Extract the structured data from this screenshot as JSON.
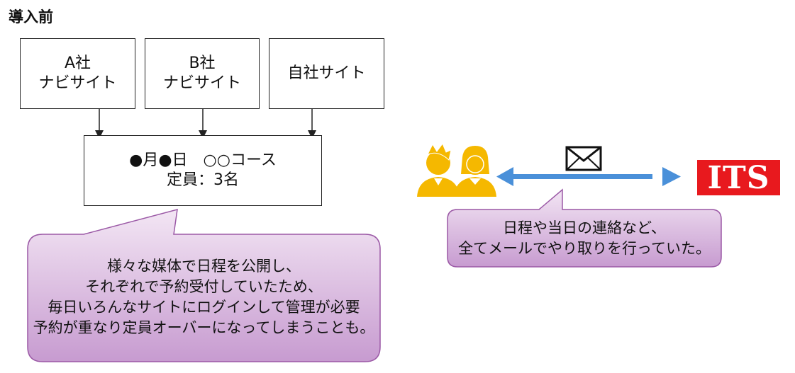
{
  "title": "導入前",
  "sources": [
    {
      "line1": "A社",
      "line2": "ナビサイト"
    },
    {
      "line1": "B社",
      "line2": "ナビサイト"
    },
    {
      "line1": "自社サイト"
    }
  ],
  "schedule_box": {
    "line1": "●月●日　○○コース",
    "line2": "定員：3名"
  },
  "left_callout": {
    "lines": [
      "様々な媒体で日程を公開し、",
      "それぞれで予約受付していたため、",
      "毎日いろんなサイトにログインして管理が必要",
      "予約が重なり定員オーバーになってしまうことも。"
    ]
  },
  "right_callout": {
    "lines": [
      "日程や当日の連絡など、",
      "全てメールでやり取りを行っていた。"
    ]
  },
  "logo": {
    "text": "ITS"
  },
  "icons": [
    "users-icon",
    "envelope-icon",
    "double-arrow-icon"
  ],
  "colors": {
    "callout_fill_top": "#f3e6f4",
    "callout_fill_bottom": "#c79bd0",
    "callout_border": "#9b59a6",
    "arrow": "#4a90d9",
    "people": "#f5b800",
    "logo_red": "#e8191e"
  }
}
